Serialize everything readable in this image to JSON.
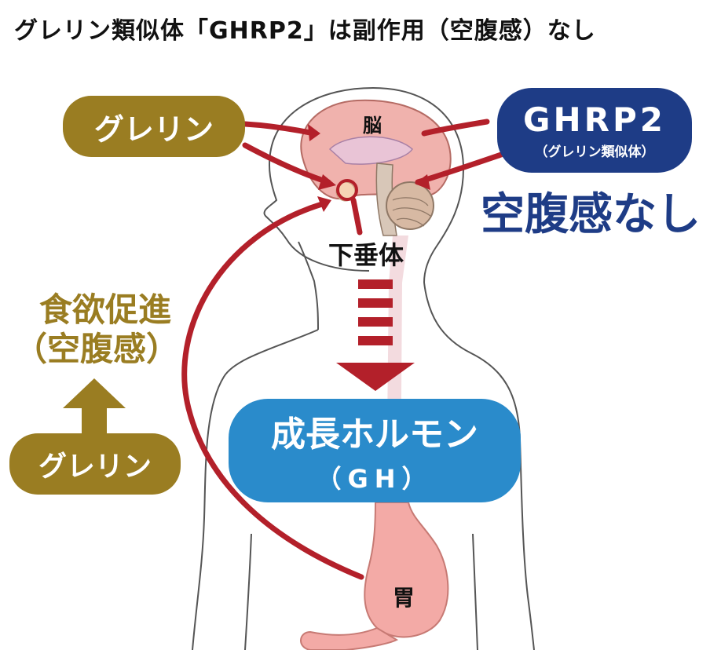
{
  "title": "グレリン類似体「GHRP2」は副作用（空腹感）なし",
  "labels": {
    "ghrelin_top": "グレリン",
    "ghrp2": "GHRP2",
    "ghrp2_sub": "（グレリン類似体）",
    "brain": "脳",
    "no_hunger": "空腹感なし",
    "pituitary": "下垂体",
    "appetite_line1": "食欲促進",
    "appetite_line2": "（空腹感）",
    "ghrelin_bottom": "グレリン",
    "gh_line1": "成長ホルモン",
    "gh_line2": "（GH）",
    "stomach": "胃"
  },
  "colors": {
    "gold": "#9a7d22",
    "navy": "#1e3c86",
    "blue": "#2a8bcb",
    "arrow_red": "#b3202a",
    "brain_pink": "#f0b2ad",
    "stomach_pink": "#f3aaa6"
  }
}
